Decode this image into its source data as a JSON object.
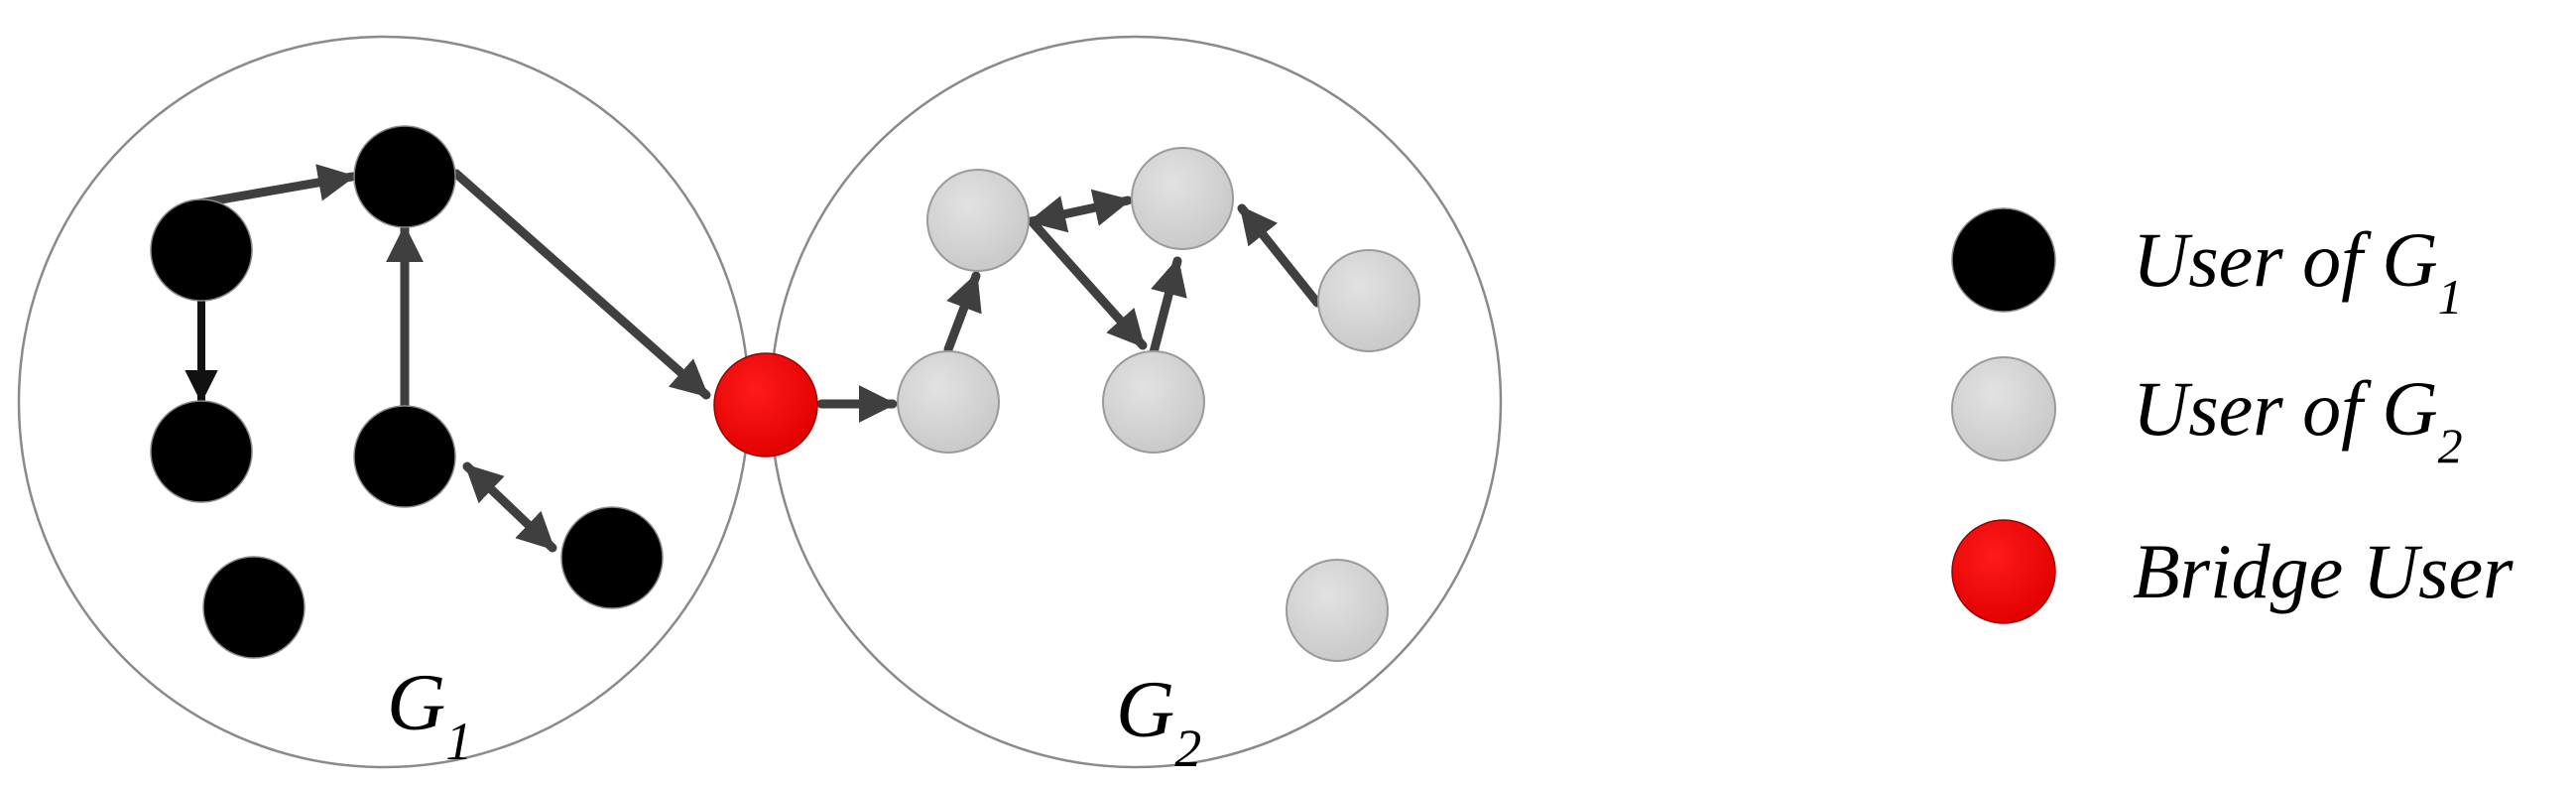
{
  "groups": [
    {
      "id": "g1",
      "name": "G",
      "sub": "1"
    },
    {
      "id": "g2",
      "name": "G",
      "sub": "2"
    }
  ],
  "legend": [
    {
      "id": "user-g1",
      "text": "User of G",
      "sub": "1",
      "color": "#000000"
    },
    {
      "id": "user-g2",
      "text": "User of G",
      "sub": "2",
      "color": "#d4d4d4"
    },
    {
      "id": "bridge",
      "text": "Bridge User",
      "sub": "",
      "color": "#ee0000"
    }
  ],
  "colors": {
    "g1_user": "#000000",
    "g2_user": "#d4d4d4",
    "bridge_user": "#ee0000",
    "edge": "#3f3f3f",
    "group_outline": "#8a8a8a"
  }
}
